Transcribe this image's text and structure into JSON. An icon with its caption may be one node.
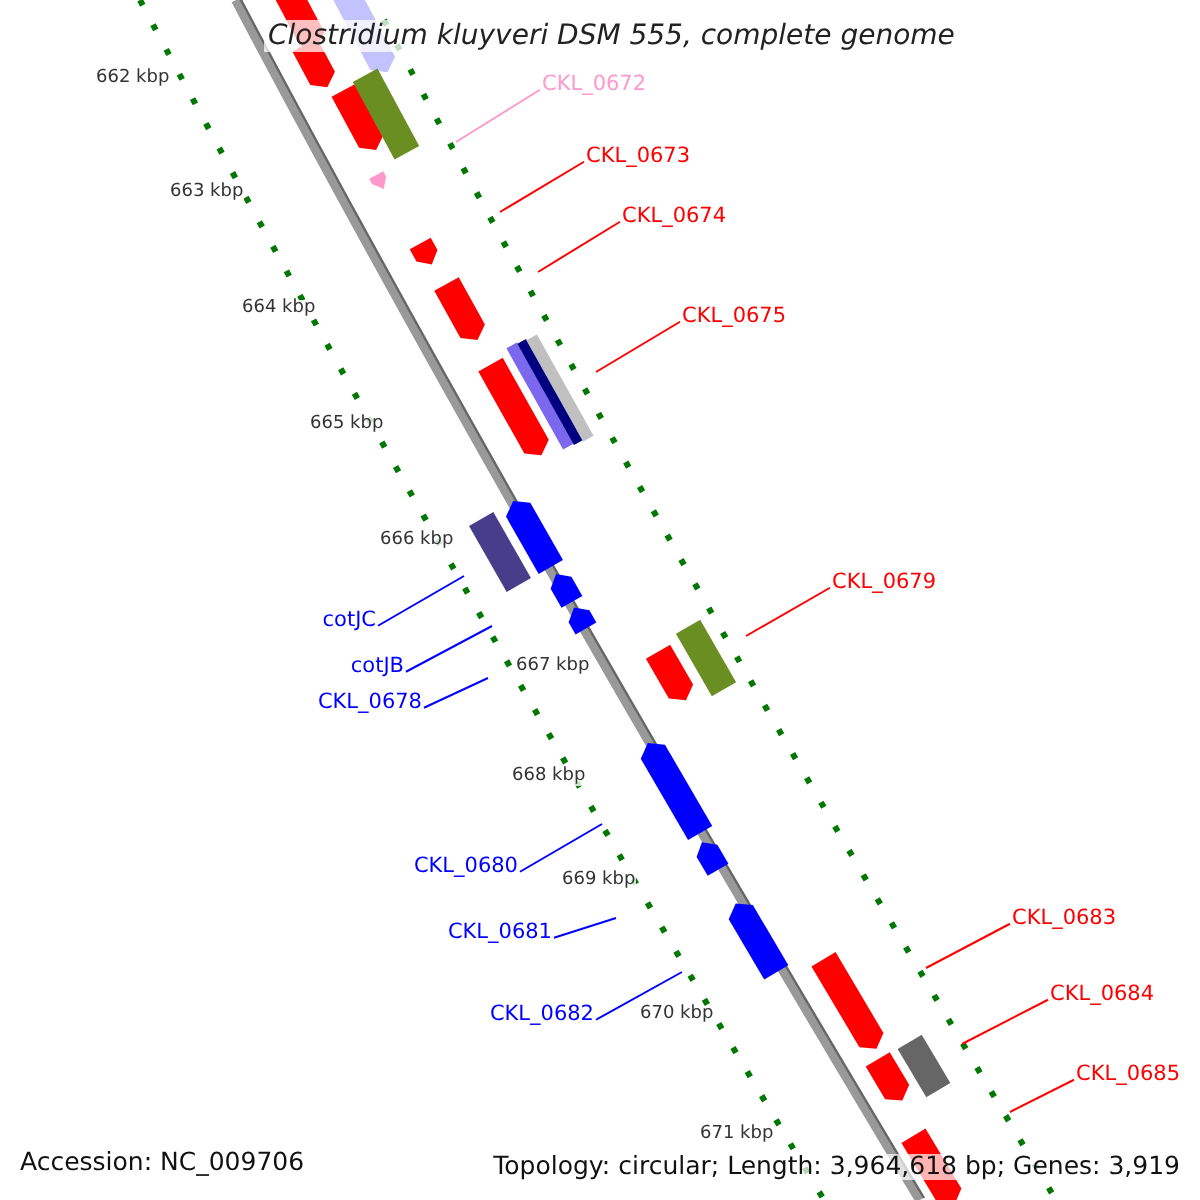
{
  "diagram": {
    "title": "Clostridium kluyveri DSM 555, complete genome",
    "nodes": [
      {
        "text": [
          "CKL_0672"
        ]
      },
      {
        "text": [
          "CKL_0673"
        ]
      },
      {
        "text": [
          "CKL_0674"
        ]
      },
      {
        "text": [
          "CKL_0675"
        ]
      },
      {
        "text": [
          "CKL_0679"
        ]
      },
      {
        "text": [
          "cotJC"
        ]
      },
      {
        "text": [
          "cotJB"
        ]
      },
      {
        "text": [
          "CKL_0678"
        ]
      },
      {
        "text": [
          "CKL_0680"
        ]
      },
      {
        "text": [
          "CKL_0683"
        ]
      },
      {
        "text": [
          "CKL_0681"
        ]
      },
      {
        "text": [
          "CKL_0684"
        ]
      },
      {
        "text": [
          "CKL_0682"
        ]
      },
      {
        "text": [
          "CKL_0685"
        ]
      }
    ],
    "edges": [
      {
        "from": 0,
        "to": null,
        "arrow": "none",
        "color": "#ff99cc"
      },
      {
        "from": 1,
        "to": null,
        "arrow": "none"
      },
      {
        "from": 2,
        "to": null,
        "arrow": "none"
      },
      {
        "from": 3,
        "to": null,
        "arrow": "none"
      },
      {
        "from": 4,
        "to": null,
        "arrow": "none"
      },
      {
        "from": 5,
        "to": null,
        "arrow": "none",
        "color": "#0000ff"
      },
      {
        "from": 6,
        "to": null,
        "arrow": "none",
        "color": "#0000ff"
      },
      {
        "from": 7,
        "to": null,
        "arrow": "none",
        "color": "#0000ff"
      },
      {
        "from": 8,
        "to": null,
        "arrow": "none",
        "color": "#0000ff"
      },
      {
        "from": 9,
        "to": null,
        "arrow": "none"
      },
      {
        "from": 10,
        "to": null,
        "arrow": "none",
        "color": "#0000ff"
      },
      {
        "from": 11,
        "to": null,
        "arrow": "none"
      },
      {
        "from": 12,
        "to": null,
        "arrow": "none",
        "color": "#0000ff"
      },
      {
        "from": 13,
        "to": null,
        "arrow": "none"
      }
    ],
    "labels": [
      "662 kbp",
      "663 kbp",
      "664 kbp",
      "665 kbp",
      "666 kbp",
      "667 kbp",
      "668 kbp",
      "669 kbp",
      "670 kbp",
      "671 kbp",
      "Accession: NC_009706",
      "Topology: circular; Length: 3,964,618 bp; Genes: 3,919"
    ]
  }
}
